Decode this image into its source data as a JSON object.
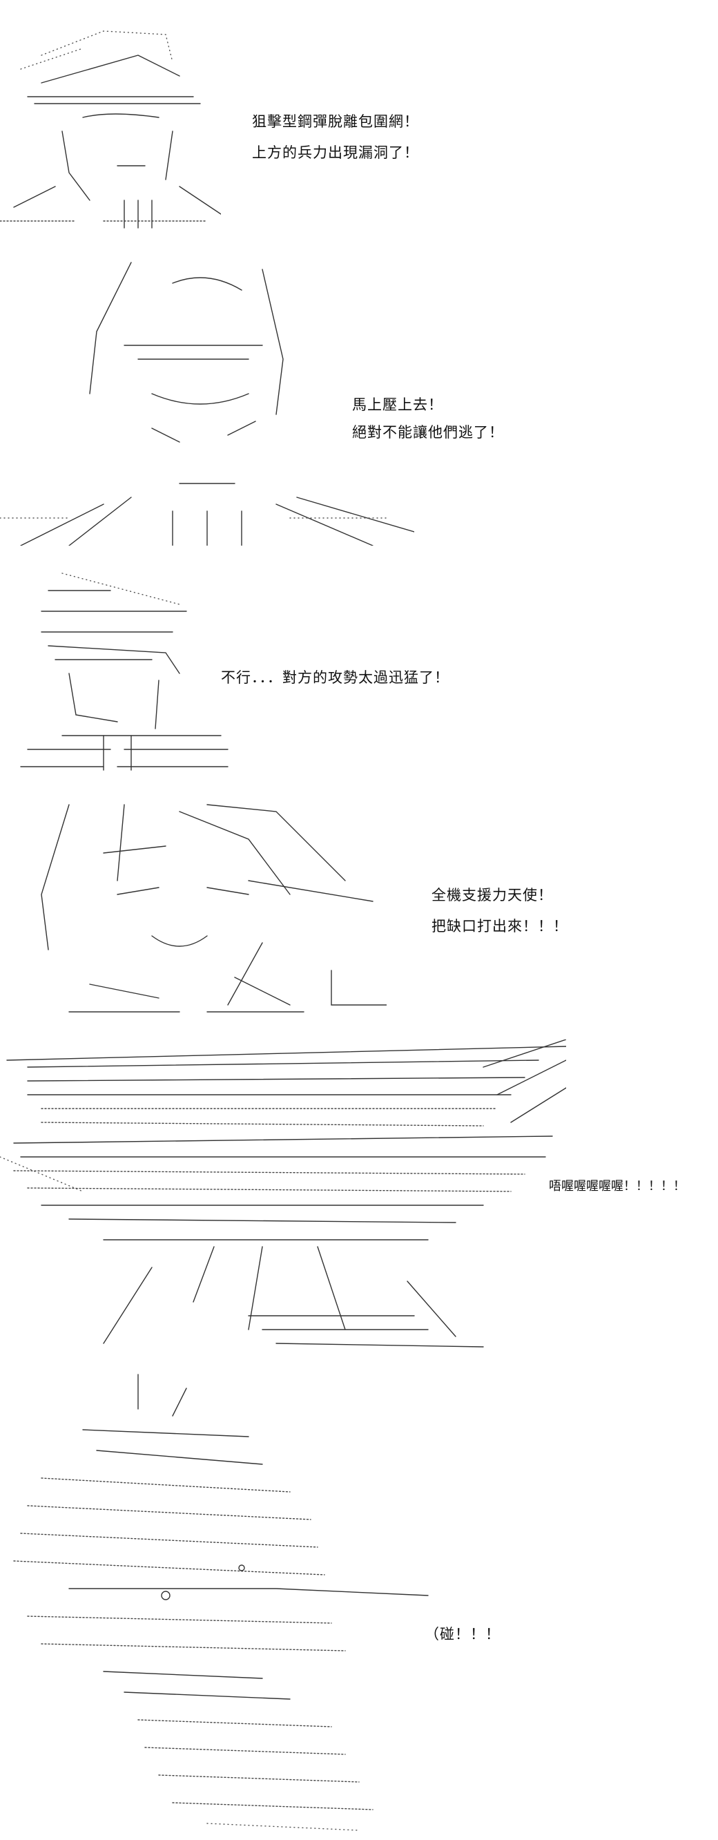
{
  "panels": [
    {
      "id": "p1",
      "lines": [
        "狙擊型鋼彈脫離包圍網！",
        "上方的兵力出現漏洞了！"
      ]
    },
    {
      "id": "p2",
      "lines": [
        "馬上壓上去！",
        "絕對不能讓他們逃了！"
      ]
    },
    {
      "id": "p3",
      "lines": [
        "不行．．．對方的攻勢太過迅猛了！"
      ]
    },
    {
      "id": "p4",
      "lines": [
        "全機支援力天使！",
        "把缺口打出來！！！"
      ]
    },
    {
      "id": "p5",
      "lines": [
        "唔喔喔喔喔喔！！！！！"
      ]
    },
    {
      "id": "p6",
      "lines": [
        "（碰！！！"
      ]
    }
  ]
}
